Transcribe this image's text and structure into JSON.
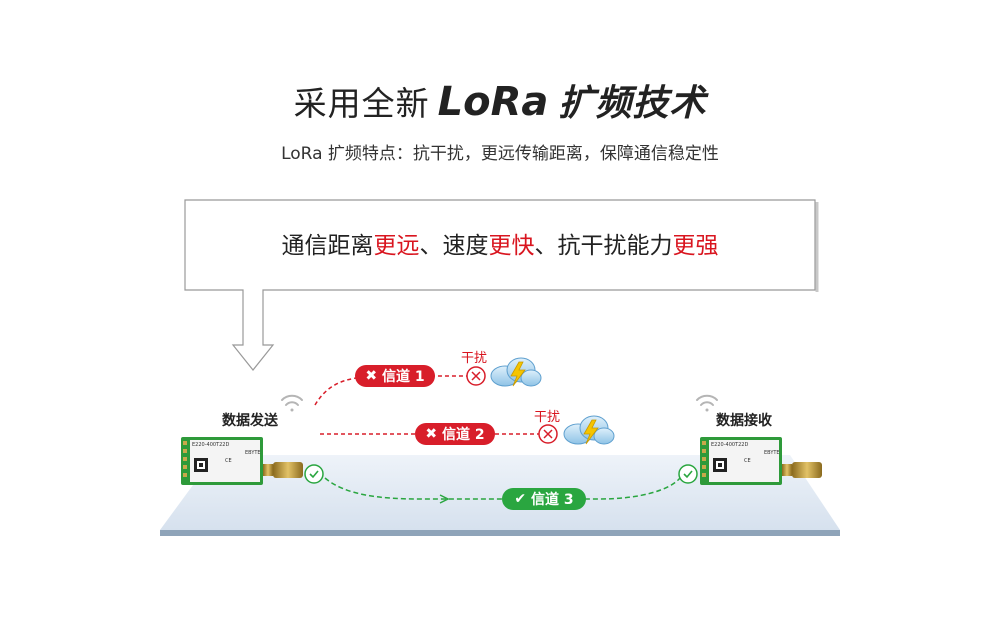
{
  "header": {
    "title_prefix": "采用全新",
    "title_lora": "LoRa",
    "title_suffix": "扩频技术",
    "subtitle": "LoRa 扩频特点：抗干扰，更远传输距离，保障通信稳定性"
  },
  "callout": {
    "seg1": "通信距离",
    "seg2": "更远",
    "seg3": "、速度",
    "seg4": "更快",
    "seg5": "、抗干扰能力",
    "seg6": "更强"
  },
  "channels": [
    {
      "label": "信道 1",
      "status": "blocked",
      "interference": "干扰"
    },
    {
      "label": "信道 2",
      "status": "blocked",
      "interference": "干扰"
    },
    {
      "label": "信道 3",
      "status": "ok"
    }
  ],
  "nodes": {
    "sender": "数据发送",
    "receiver": "数据接收"
  },
  "module": {
    "model": "E220-400T22D",
    "brand": "EBYTE",
    "ce": "CE"
  },
  "colors": {
    "accent_red": "#d81e2a",
    "accent_green": "#2aa640",
    "module_green": "#2e9a3a"
  }
}
